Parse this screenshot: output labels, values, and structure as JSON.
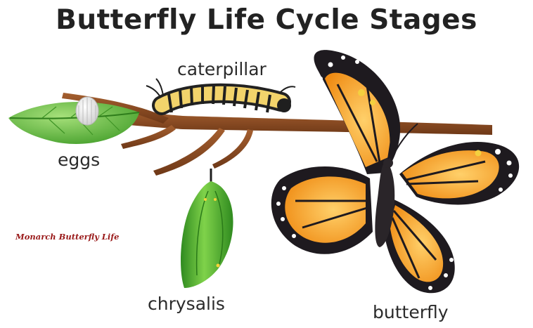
{
  "title": "Butterfly Life Cycle Stages",
  "stages": {
    "eggs": "eggs",
    "caterpillar": "caterpillar",
    "chrysalis": "chrysalis",
    "butterfly": "butterfly"
  },
  "watermark": "Monarch Butterfly Life",
  "colors": {
    "branch": "#8a4a22",
    "leaf": "#5fbf3a",
    "chrysalis": "#4cae2e",
    "wing_orange": "#f39a1e",
    "wing_border": "#1e1a1f",
    "caterpillar_yellow": "#f2d36b"
  }
}
